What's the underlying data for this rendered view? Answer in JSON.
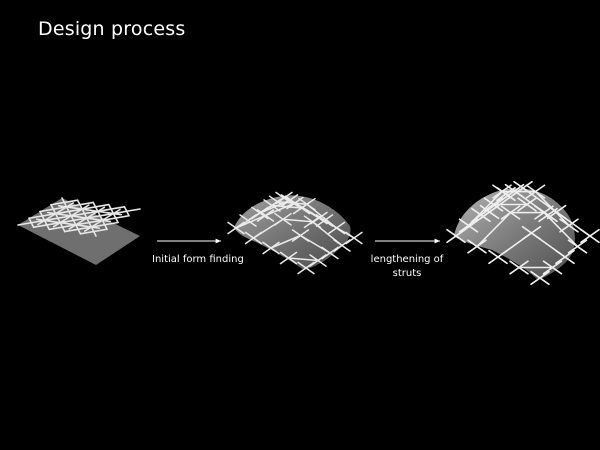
{
  "title": "Design process",
  "steps": [
    {
      "label": "Initial form finding"
    },
    {
      "label": "lengthening of struts"
    }
  ],
  "stages": [
    {
      "name": "flat-grid"
    },
    {
      "name": "shallow-dome"
    },
    {
      "name": "tall-dome"
    }
  ],
  "colors": {
    "background": "#000000",
    "text": "#ffffff",
    "membrane": "#7a7a7a",
    "strut": "#e8e8e8"
  }
}
